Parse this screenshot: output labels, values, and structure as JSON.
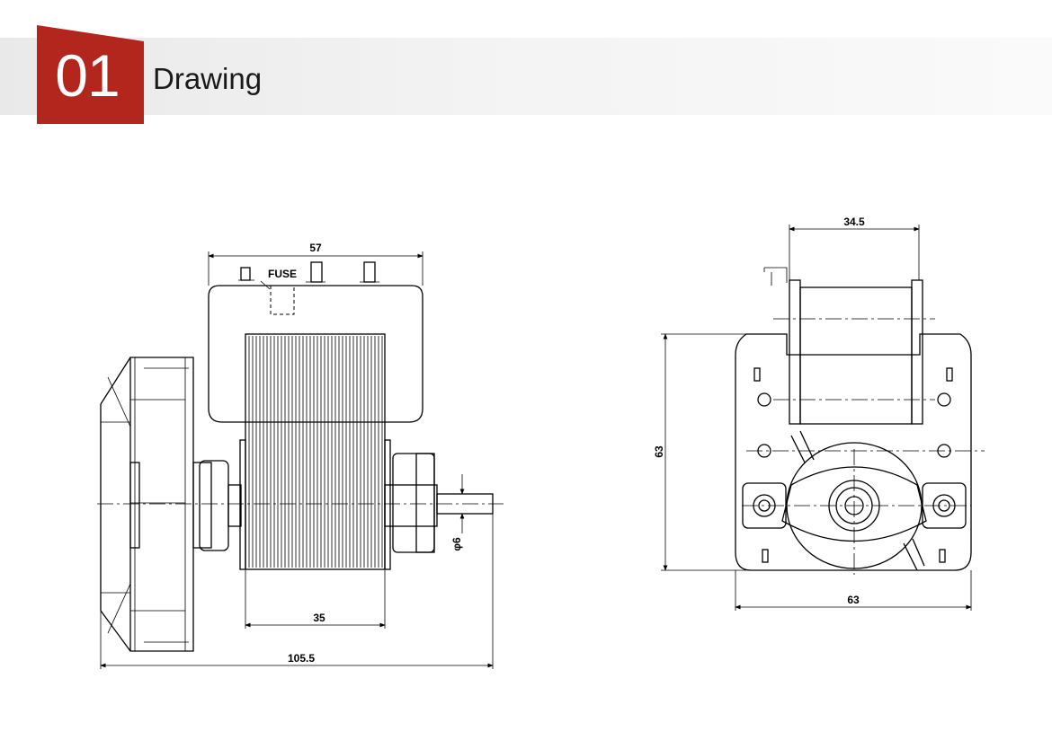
{
  "header": {
    "number": "01",
    "title": "Drawing",
    "accent_color": "#b3261e"
  },
  "side_view": {
    "fuse_label": "FUSE",
    "dim_top": "57",
    "dim_core": "35",
    "dim_total": "105.5",
    "dim_shaft": "φ6"
  },
  "front_view": {
    "dim_coil": "34.5",
    "dim_height": "63",
    "dim_width": "63"
  }
}
